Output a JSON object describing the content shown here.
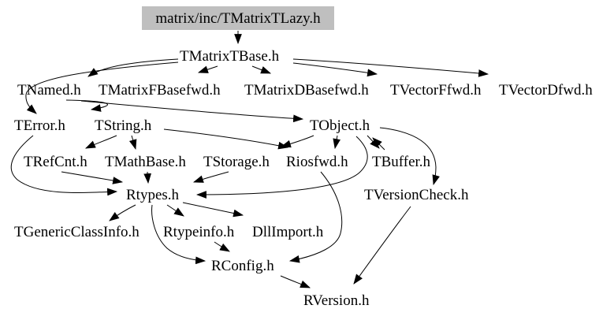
{
  "diagram": {
    "type": "include-dependency-graph",
    "background_color": "#ffffff",
    "text_color": "#000000",
    "edge_color": "#000000",
    "root_node_fill": "#bfbfbf"
  },
  "nodes": [
    {
      "id": "TMatrixTLazy",
      "label": "matrix/inc/TMatrixTLazy.h"
    },
    {
      "id": "TMatrixTBase",
      "label": "TMatrixTBase.h"
    },
    {
      "id": "TNamed",
      "label": "TNamed.h"
    },
    {
      "id": "TMatrixFBasefwd",
      "label": "TMatrixFBasefwd.h"
    },
    {
      "id": "TMatrixDBasefwd",
      "label": "TMatrixDBasefwd.h"
    },
    {
      "id": "TVectorFfwd",
      "label": "TVectorFfwd.h"
    },
    {
      "id": "TVectorDfwd",
      "label": "TVectorDfwd.h"
    },
    {
      "id": "TError",
      "label": "TError.h"
    },
    {
      "id": "TString",
      "label": "TString.h"
    },
    {
      "id": "TObject",
      "label": "TObject.h"
    },
    {
      "id": "TRefCnt",
      "label": "TRefCnt.h"
    },
    {
      "id": "TMathBase",
      "label": "TMathBase.h"
    },
    {
      "id": "TStorage",
      "label": "TStorage.h"
    },
    {
      "id": "Riosfwd",
      "label": "Riosfwd.h"
    },
    {
      "id": "TBuffer",
      "label": "TBuffer.h"
    },
    {
      "id": "TVersionCheck",
      "label": "TVersionCheck.h"
    },
    {
      "id": "Rtypes",
      "label": "Rtypes.h"
    },
    {
      "id": "TGenericClassInfo",
      "label": "TGenericClassInfo.h"
    },
    {
      "id": "Rtypeinfo",
      "label": "Rtypeinfo.h"
    },
    {
      "id": "DllImport",
      "label": "DllImport.h"
    },
    {
      "id": "RConfig",
      "label": "RConfig.h"
    },
    {
      "id": "RVersion",
      "label": "RVersion.h"
    }
  ],
  "edges": [
    {
      "from": "TMatrixTLazy",
      "to": "TMatrixTBase"
    },
    {
      "from": "TMatrixTBase",
      "to": "TNamed"
    },
    {
      "from": "TMatrixTBase",
      "to": "TError"
    },
    {
      "from": "TMatrixTBase",
      "to": "TMatrixFBasefwd"
    },
    {
      "from": "TMatrixTBase",
      "to": "TMatrixDBasefwd"
    },
    {
      "from": "TMatrixTBase",
      "to": "TVectorFfwd"
    },
    {
      "from": "TMatrixTBase",
      "to": "TVectorDfwd"
    },
    {
      "from": "TNamed",
      "to": "TString"
    },
    {
      "from": "TNamed",
      "to": "TObject"
    },
    {
      "from": "TString",
      "to": "TRefCnt"
    },
    {
      "from": "TString",
      "to": "TMathBase"
    },
    {
      "from": "TString",
      "to": "Riosfwd"
    },
    {
      "from": "TObject",
      "to": "TStorage"
    },
    {
      "from": "TObject",
      "to": "Riosfwd"
    },
    {
      "from": "TObject",
      "to": "TBuffer"
    },
    {
      "from": "TBuffer",
      "to": "TObject"
    },
    {
      "from": "TObject",
      "to": "TVersionCheck"
    },
    {
      "from": "TObject",
      "to": "Rtypes"
    },
    {
      "from": "TError",
      "to": "Rtypes"
    },
    {
      "from": "TRefCnt",
      "to": "Rtypes"
    },
    {
      "from": "TMathBase",
      "to": "Rtypes"
    },
    {
      "from": "TStorage",
      "to": "Rtypes"
    },
    {
      "from": "Riosfwd",
      "to": "RConfig"
    },
    {
      "from": "Rtypes",
      "to": "TGenericClassInfo"
    },
    {
      "from": "Rtypes",
      "to": "Rtypeinfo"
    },
    {
      "from": "Rtypes",
      "to": "DllImport"
    },
    {
      "from": "Rtypes",
      "to": "RConfig"
    },
    {
      "from": "Rtypeinfo",
      "to": "RConfig"
    },
    {
      "from": "TVersionCheck",
      "to": "RVersion"
    },
    {
      "from": "RConfig",
      "to": "RVersion"
    }
  ]
}
